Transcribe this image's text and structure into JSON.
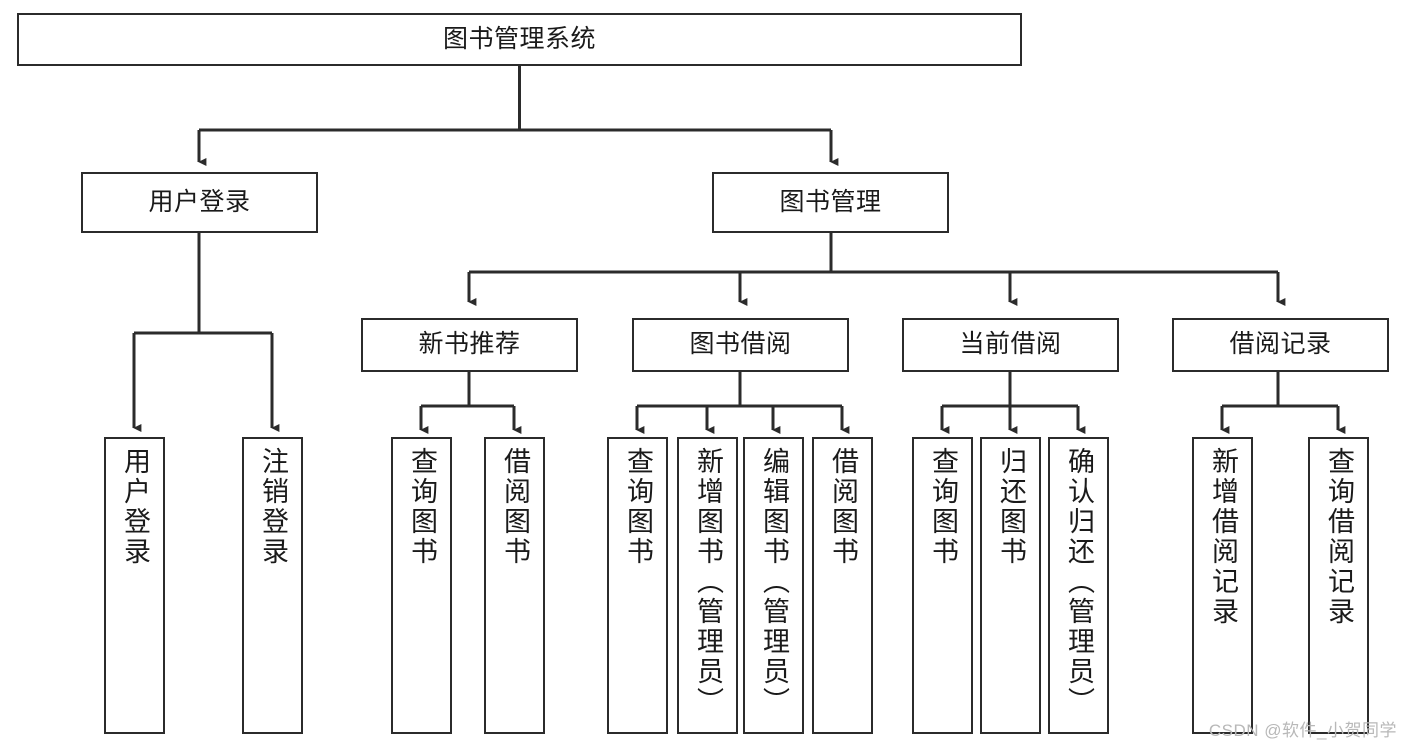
{
  "diagram": {
    "type": "tree-hierarchy",
    "title": "图书管理系统",
    "watermark": "CSDN @软件_小贺同学",
    "colors": {
      "stroke": "#2b2b2b",
      "fill": "#ffffff",
      "text": "#1a1a1a",
      "watermark": "#b8b8b8"
    },
    "nodes": {
      "root": {
        "label": "图书管理系统"
      },
      "level2": [
        {
          "id": "user-login",
          "label": "用户登录"
        },
        {
          "id": "book-manage",
          "label": "图书管理"
        }
      ],
      "level3": [
        {
          "id": "new-book-recommend",
          "label": "新书推荐"
        },
        {
          "id": "book-borrow",
          "label": "图书借阅"
        },
        {
          "id": "current-borrow",
          "label": "当前借阅"
        },
        {
          "id": "borrow-record",
          "label": "借阅记录"
        }
      ],
      "leaves": {
        "user-login": [
          {
            "id": "leaf-user-login",
            "label": "用户登录"
          },
          {
            "id": "leaf-logout-login",
            "label": "注销登录"
          }
        ],
        "new-book-recommend": [
          {
            "id": "leaf-query-book-1",
            "label": "查询图书"
          },
          {
            "id": "leaf-borrow-book-1",
            "label": "借阅图书"
          }
        ],
        "book-borrow": [
          {
            "id": "leaf-query-book-2",
            "label": "查询图书"
          },
          {
            "id": "leaf-add-book",
            "label": "新增图书（管理员）"
          },
          {
            "id": "leaf-edit-book",
            "label": "编辑图书（管理员）"
          },
          {
            "id": "leaf-borrow-book-2",
            "label": "借阅图书"
          }
        ],
        "current-borrow": [
          {
            "id": "leaf-query-book-3",
            "label": "查询图书"
          },
          {
            "id": "leaf-return-book",
            "label": "归还图书"
          },
          {
            "id": "leaf-confirm-return",
            "label": "确认归还（管理员）"
          }
        ],
        "borrow-record": [
          {
            "id": "leaf-add-record",
            "label": "新增借阅记录"
          },
          {
            "id": "leaf-query-record",
            "label": "查询借阅记录"
          }
        ]
      }
    }
  }
}
